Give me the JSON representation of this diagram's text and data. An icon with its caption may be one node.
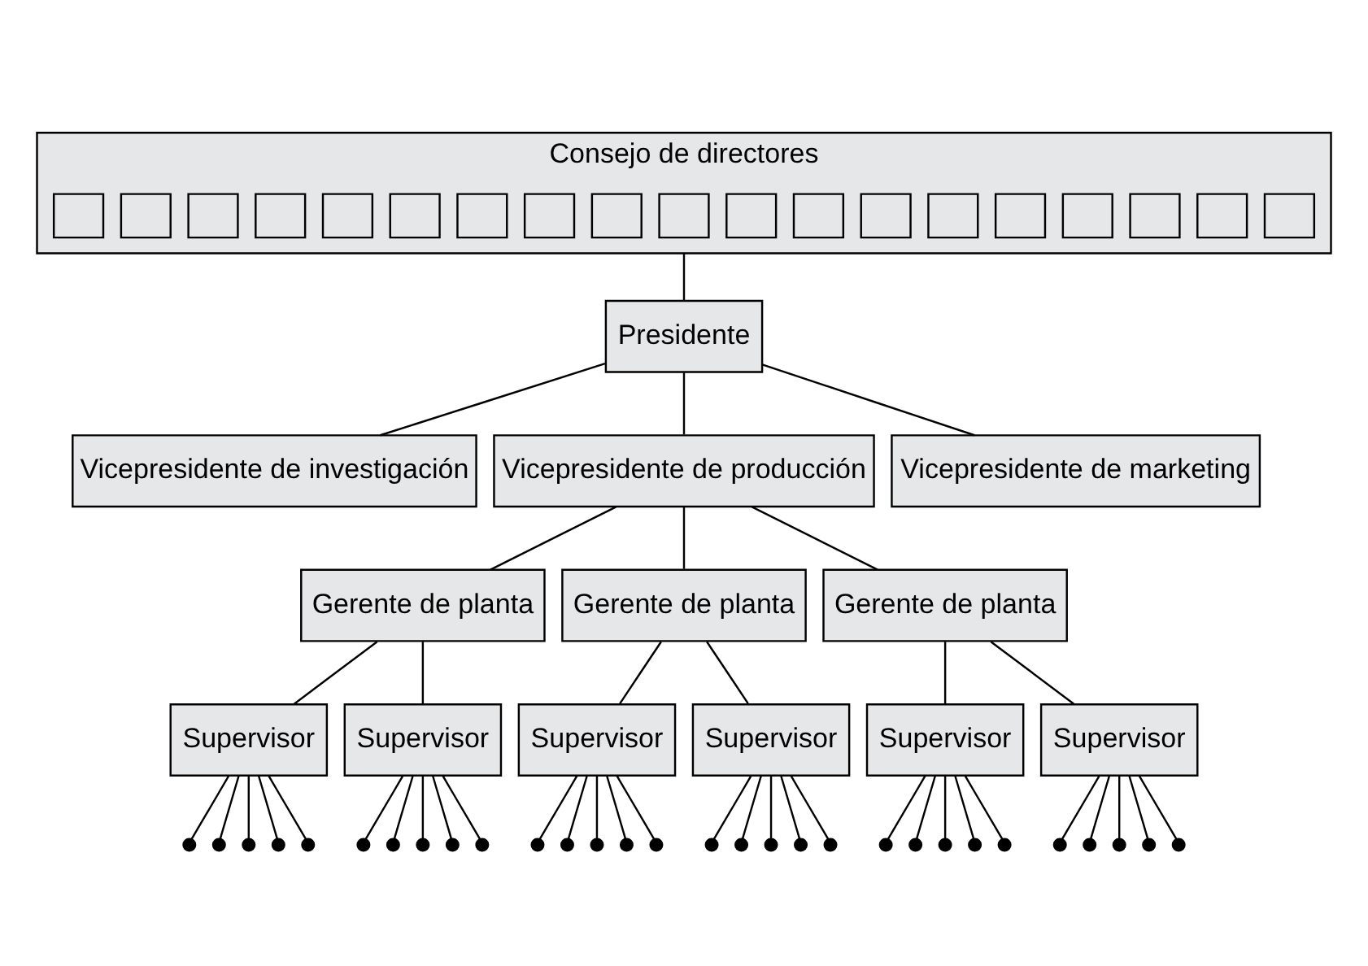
{
  "diagram": {
    "nodes": [
      {
        "text": [
          "Consejo de directores"
        ]
      },
      {
        "text": [],
        "shape": "box",
        "in": 0
      },
      {
        "text": [],
        "shape": "box",
        "in": 0
      },
      {
        "text": [],
        "shape": "box",
        "in": 0
      },
      {
        "text": [],
        "shape": "box",
        "in": 0
      },
      {
        "text": [],
        "shape": "box",
        "in": 0
      },
      {
        "text": [],
        "shape": "box",
        "in": 0
      },
      {
        "text": [],
        "shape": "box",
        "in": 0
      },
      {
        "text": [],
        "shape": "box",
        "in": 0
      },
      {
        "text": [],
        "shape": "box",
        "in": 0
      },
      {
        "text": [],
        "shape": "box",
        "in": 0
      },
      {
        "text": [],
        "shape": "box",
        "in": 0
      },
      {
        "text": [],
        "shape": "box",
        "in": 0
      },
      {
        "text": [],
        "shape": "box",
        "in": 0
      },
      {
        "text": [],
        "shape": "box",
        "in": 0
      },
      {
        "text": [],
        "shape": "box",
        "in": 0
      },
      {
        "text": [],
        "shape": "box",
        "in": 0
      },
      {
        "text": [],
        "shape": "box",
        "in": 0
      },
      {
        "text": [],
        "shape": "box",
        "in": 0
      },
      {
        "text": [],
        "shape": "box",
        "in": 0
      },
      {
        "text": [
          "Presidente"
        ]
      },
      {
        "text": [
          "Vicepresidente de investigación"
        ]
      },
      {
        "text": [
          "Vicepresidente de producción"
        ]
      },
      {
        "text": [
          "Vicepresidente de marketing"
        ]
      },
      {
        "text": [
          "Gerente de planta"
        ]
      },
      {
        "text": [
          "Gerente de planta"
        ]
      },
      {
        "text": [
          "Gerente de planta"
        ]
      },
      {
        "text": [
          "Supervisor"
        ]
      },
      {
        "text": [
          "Supervisor"
        ]
      },
      {
        "text": [
          "Supervisor"
        ]
      },
      {
        "text": [
          "Supervisor"
        ]
      },
      {
        "text": [
          "Supervisor"
        ]
      },
      {
        "text": [
          "Supervisor"
        ]
      },
      {
        "text": [],
        "shape": "circle"
      },
      {
        "text": [],
        "shape": "circle"
      },
      {
        "text": [],
        "shape": "circle"
      },
      {
        "text": [],
        "shape": "circle"
      },
      {
        "text": [],
        "shape": "circle"
      },
      {
        "text": [],
        "shape": "circle"
      },
      {
        "text": [],
        "shape": "circle"
      },
      {
        "text": [],
        "shape": "circle"
      },
      {
        "text": [],
        "shape": "circle"
      },
      {
        "text": [],
        "shape": "circle"
      },
      {
        "text": [],
        "shape": "circle"
      },
      {
        "text": [],
        "shape": "circle"
      },
      {
        "text": [],
        "shape": "circle"
      },
      {
        "text": [],
        "shape": "circle"
      },
      {
        "text": [],
        "shape": "circle"
      },
      {
        "text": [],
        "shape": "circle"
      },
      {
        "text": [],
        "shape": "circle"
      },
      {
        "text": [],
        "shape": "circle"
      },
      {
        "text": [],
        "shape": "circle"
      },
      {
        "text": [],
        "shape": "circle"
      },
      {
        "text": [],
        "shape": "circle"
      },
      {
        "text": [],
        "shape": "circle"
      },
      {
        "text": [],
        "shape": "circle"
      },
      {
        "text": [],
        "shape": "circle"
      },
      {
        "text": [],
        "shape": "circle"
      },
      {
        "text": [],
        "shape": "circle"
      },
      {
        "text": [],
        "shape": "circle"
      },
      {
        "text": [],
        "shape": "circle"
      },
      {
        "text": [],
        "shape": "circle"
      },
      {
        "text": [],
        "shape": "circle"
      }
    ],
    "edges": [
      {
        "from": 0,
        "to": 20,
        "arrow": "none"
      },
      {
        "from": 20,
        "to": 21,
        "arrow": "none"
      },
      {
        "from": 20,
        "to": 22,
        "arrow": "none"
      },
      {
        "from": 20,
        "to": 23,
        "arrow": "none"
      },
      {
        "from": 22,
        "to": 24,
        "arrow": "none"
      },
      {
        "from": 22,
        "to": 25,
        "arrow": "none"
      },
      {
        "from": 22,
        "to": 26,
        "arrow": "none"
      },
      {
        "from": 24,
        "to": 27,
        "arrow": "none"
      },
      {
        "from": 24,
        "to": 28,
        "arrow": "none"
      },
      {
        "from": 25,
        "to": 29,
        "arrow": "none"
      },
      {
        "from": 25,
        "to": 30,
        "arrow": "none"
      },
      {
        "from": 26,
        "to": 31,
        "arrow": "none"
      },
      {
        "from": 26,
        "to": 32,
        "arrow": "none"
      },
      {
        "from": 27,
        "to": 33,
        "arrow": "none"
      },
      {
        "from": 27,
        "to": 34,
        "arrow": "none"
      },
      {
        "from": 27,
        "to": 35,
        "arrow": "none"
      },
      {
        "from": 27,
        "to": 36,
        "arrow": "none"
      },
      {
        "from": 27,
        "to": 37,
        "arrow": "none"
      },
      {
        "from": 28,
        "to": 38,
        "arrow": "none"
      },
      {
        "from": 28,
        "to": 39,
        "arrow": "none"
      },
      {
        "from": 28,
        "to": 40,
        "arrow": "none"
      },
      {
        "from": 28,
        "to": 41,
        "arrow": "none"
      },
      {
        "from": 28,
        "to": 42,
        "arrow": "none"
      },
      {
        "from": 29,
        "to": 43,
        "arrow": "none"
      },
      {
        "from": 29,
        "to": 44,
        "arrow": "none"
      },
      {
        "from": 29,
        "to": 45,
        "arrow": "none"
      },
      {
        "from": 29,
        "to": 46,
        "arrow": "none"
      },
      {
        "from": 29,
        "to": 47,
        "arrow": "none"
      },
      {
        "from": 30,
        "to": 48,
        "arrow": "none"
      },
      {
        "from": 30,
        "to": 49,
        "arrow": "none"
      },
      {
        "from": 30,
        "to": 50,
        "arrow": "none"
      },
      {
        "from": 30,
        "to": 51,
        "arrow": "none"
      },
      {
        "from": 30,
        "to": 52,
        "arrow": "none"
      },
      {
        "from": 31,
        "to": 53,
        "arrow": "none"
      },
      {
        "from": 31,
        "to": 54,
        "arrow": "none"
      },
      {
        "from": 31,
        "to": 55,
        "arrow": "none"
      },
      {
        "from": 31,
        "to": 56,
        "arrow": "none"
      },
      {
        "from": 31,
        "to": 57,
        "arrow": "none"
      },
      {
        "from": 32,
        "to": 58,
        "arrow": "none"
      },
      {
        "from": 32,
        "to": 59,
        "arrow": "none"
      },
      {
        "from": 32,
        "to": 60,
        "arrow": "none"
      },
      {
        "from": 32,
        "to": 61,
        "arrow": "none"
      },
      {
        "from": 32,
        "to": 62,
        "arrow": "none"
      }
    ]
  }
}
